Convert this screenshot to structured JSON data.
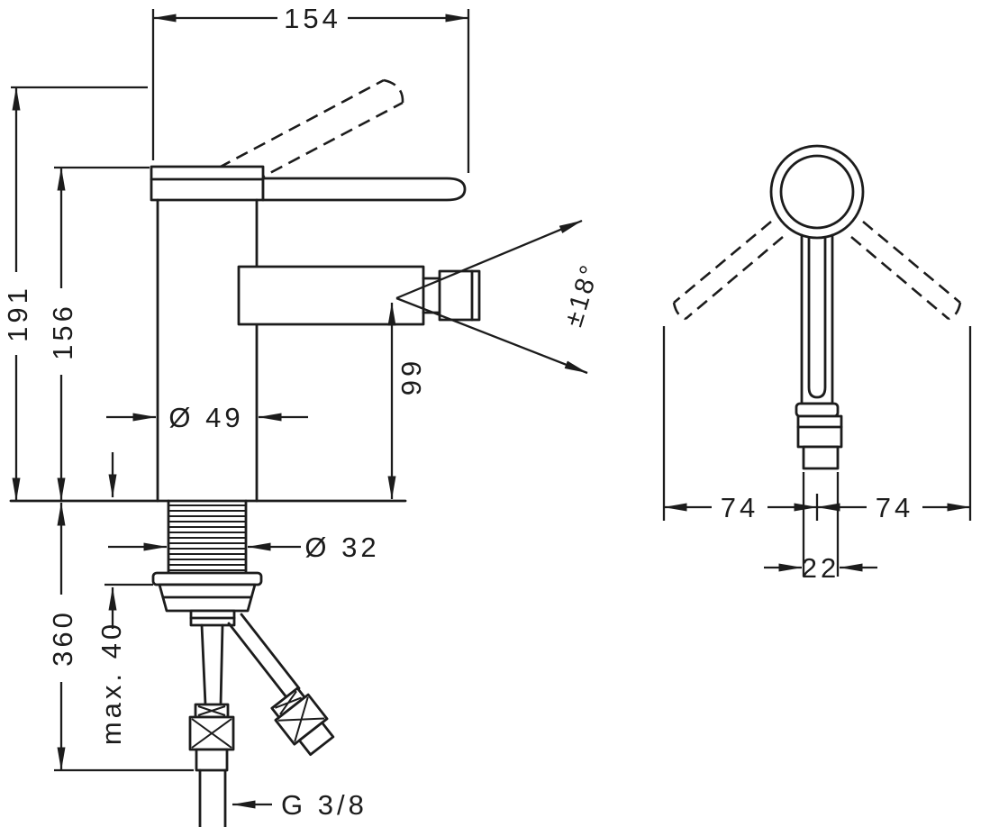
{
  "drawing": {
    "title": "faucet-dimension-drawing",
    "colors": {
      "line": "#1c1c1c",
      "background": "#ffffff"
    },
    "front": {
      "overall_width": "154",
      "overall_height": "191",
      "body_height": "156",
      "body_diameter": "Ø 49",
      "spout_height": "99",
      "spout_swivel_angle": "±18°",
      "shank_diameter": "Ø 32",
      "hose_length": "360",
      "max_mounting_depth": "max. 40",
      "connection_thread": "G 3/8"
    },
    "side": {
      "handle_swing_left": "74",
      "handle_swing_right": "74",
      "outlet_width": "22"
    }
  }
}
